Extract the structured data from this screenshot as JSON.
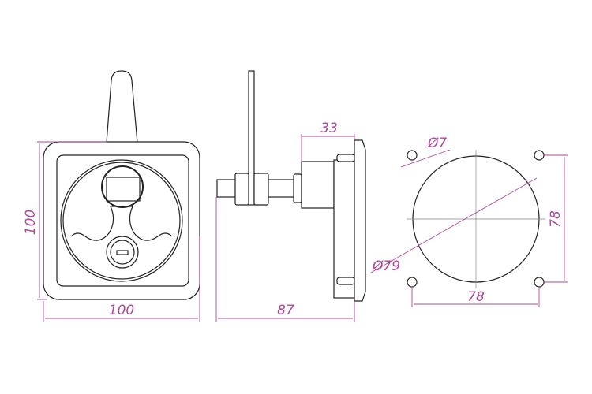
{
  "title": "Lock assembly technical drawing",
  "colors": {
    "outline": "#222222",
    "dimension": "#b0489a"
  },
  "front_view": {
    "width_label": "100",
    "height_label": "100"
  },
  "side_view": {
    "depth_label": "87",
    "body_depth_label": "33"
  },
  "cutout_view": {
    "hole_diameter_label": "Ø7",
    "circle_diameter_label": "Ø79",
    "hole_spacing_h_label": "78",
    "hole_spacing_v_label": "78"
  }
}
